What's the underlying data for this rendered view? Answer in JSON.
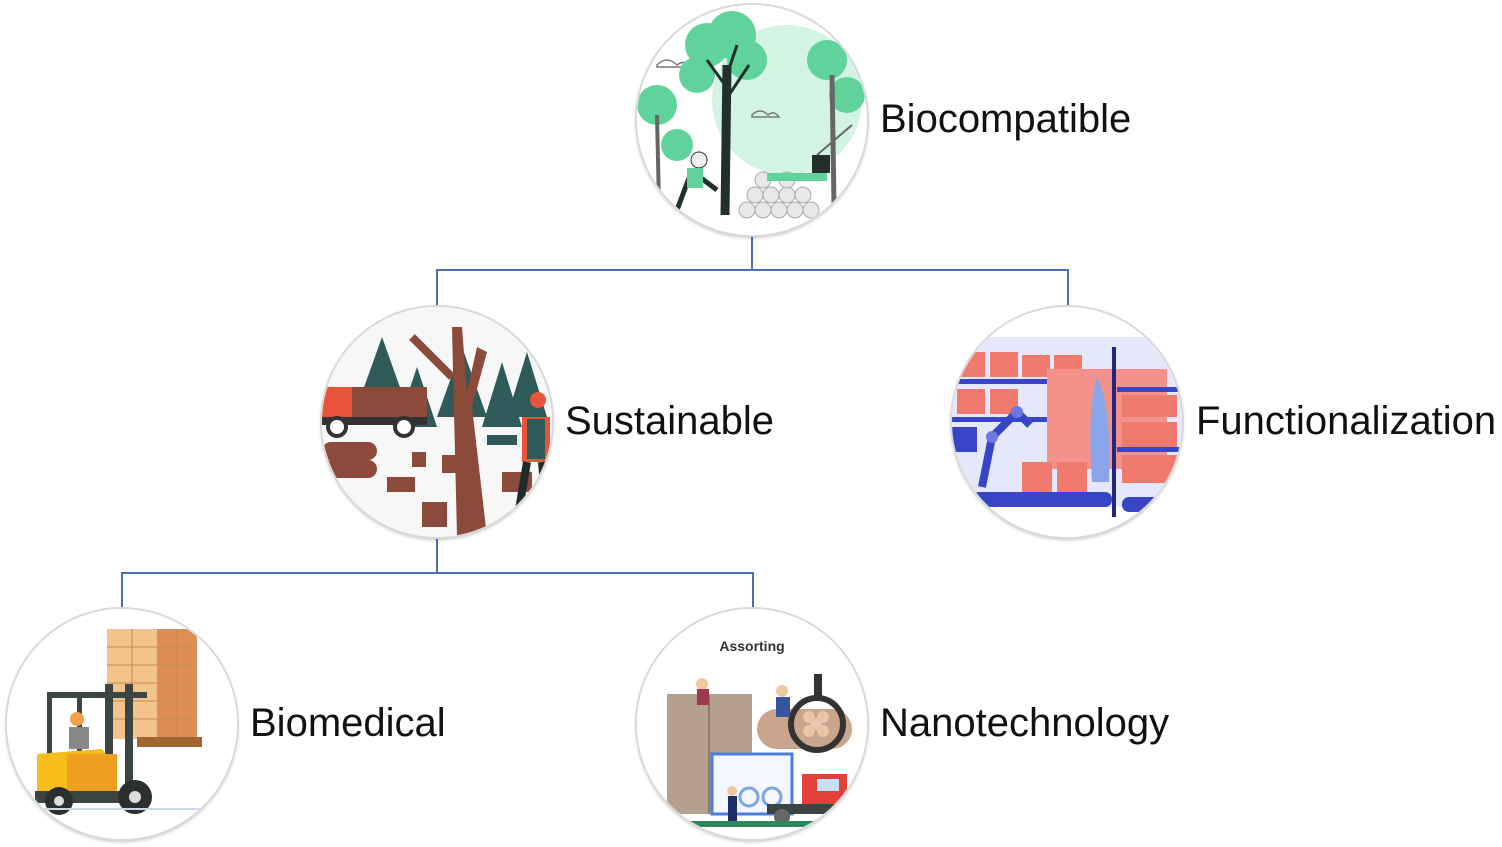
{
  "diagram": {
    "type": "hierarchy",
    "nodes": [
      {
        "id": "biocompatible",
        "label": "Biocompatible",
        "level": 0,
        "illustration": "forest-logging-green"
      },
      {
        "id": "sustainable",
        "label": "Sustainable",
        "level": 1,
        "parent": "biocompatible",
        "illustration": "logger-cutting-tree"
      },
      {
        "id": "functionalization",
        "label": "Functionalization",
        "level": 1,
        "parent": "biocompatible",
        "illustration": "warehouse-robot-arm"
      },
      {
        "id": "biomedical",
        "label": "Biomedical",
        "level": 2,
        "parent": "sustainable",
        "illustration": "forklift-pallet"
      },
      {
        "id": "nanotechnology",
        "label": "Nanotechnology",
        "level": 2,
        "parent": "sustainable",
        "illustration": "log-assorting",
        "illustration_text": "Assorting"
      }
    ],
    "connector_color": "#4a6fb5"
  }
}
